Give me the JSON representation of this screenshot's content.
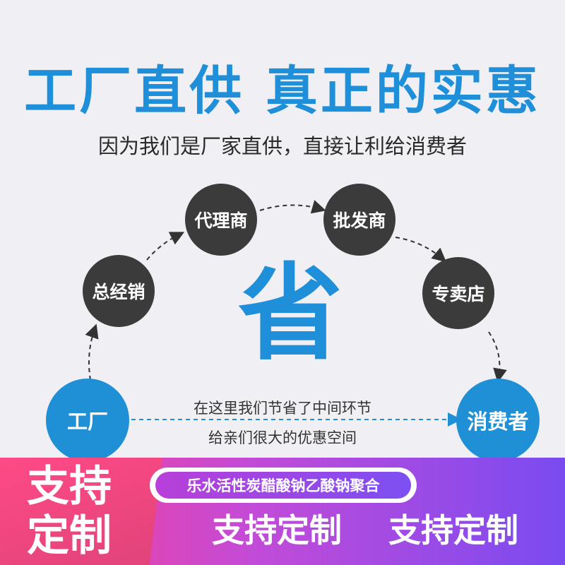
{
  "headline": "工厂直供  真正的实惠",
  "subline": "因为我们是厂家直供，直接让利给消费者",
  "chain": {
    "general_distributor": "总经销",
    "agent": "代理商",
    "wholesaler": "批发商",
    "specialty_store": "专卖店"
  },
  "factory": "工厂",
  "consumer": "消费者",
  "save_char": "省",
  "note_line1": "在这里我们节省了中间环节",
  "note_line2": "给亲们很大的优惠空间",
  "banner": {
    "tag_line1": "支持",
    "tag_line2": "定制",
    "product": "乐水活性炭醋酸钠乙酸钠聚合",
    "cta_left": "支持定制",
    "cta_right": "支持定制"
  },
  "colors": {
    "brand_blue": "#1e8fd8",
    "dark_circle": "#3b3b3b",
    "banner_pink": "#ff3f8e",
    "banner_purple": "#7a4bf0"
  }
}
